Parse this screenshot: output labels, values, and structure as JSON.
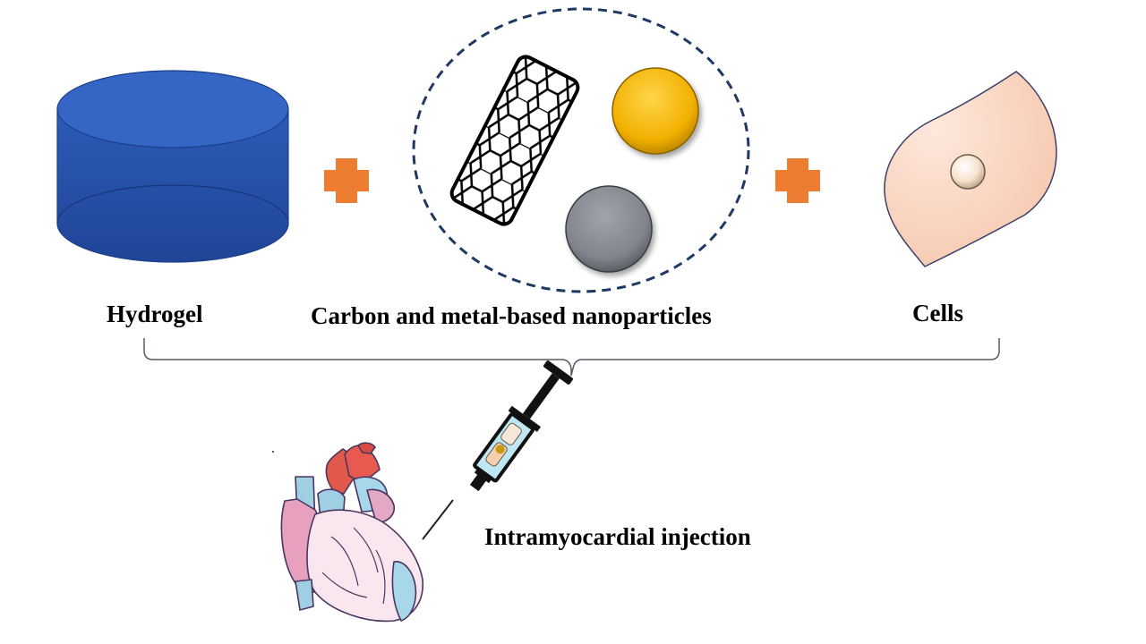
{
  "labels": {
    "hydrogel": "Hydrogel",
    "nanoparticles": "Carbon and metal-based nanoparticles",
    "cells": "Cells",
    "injection": "Intramyocardial injection"
  },
  "colors": {
    "hydrogel": "#2f5fbf",
    "plus": "#ed7d31",
    "gold_particle": "#f2b400",
    "grey_particle": "#7f7f7f",
    "cell_fill": "#f8d3bf",
    "dashed_border": "#1f3864"
  },
  "icons": {
    "hydrogel": "cylinder-icon",
    "carbon_nanotube": "carbon-nanotube-icon",
    "gold_nanoparticle": "gold-nanoparticle-icon",
    "metal_nanoparticle": "metal-nanoparticle-icon",
    "cell": "cell-icon",
    "syringe": "syringe-icon",
    "heart": "heart-icon"
  }
}
